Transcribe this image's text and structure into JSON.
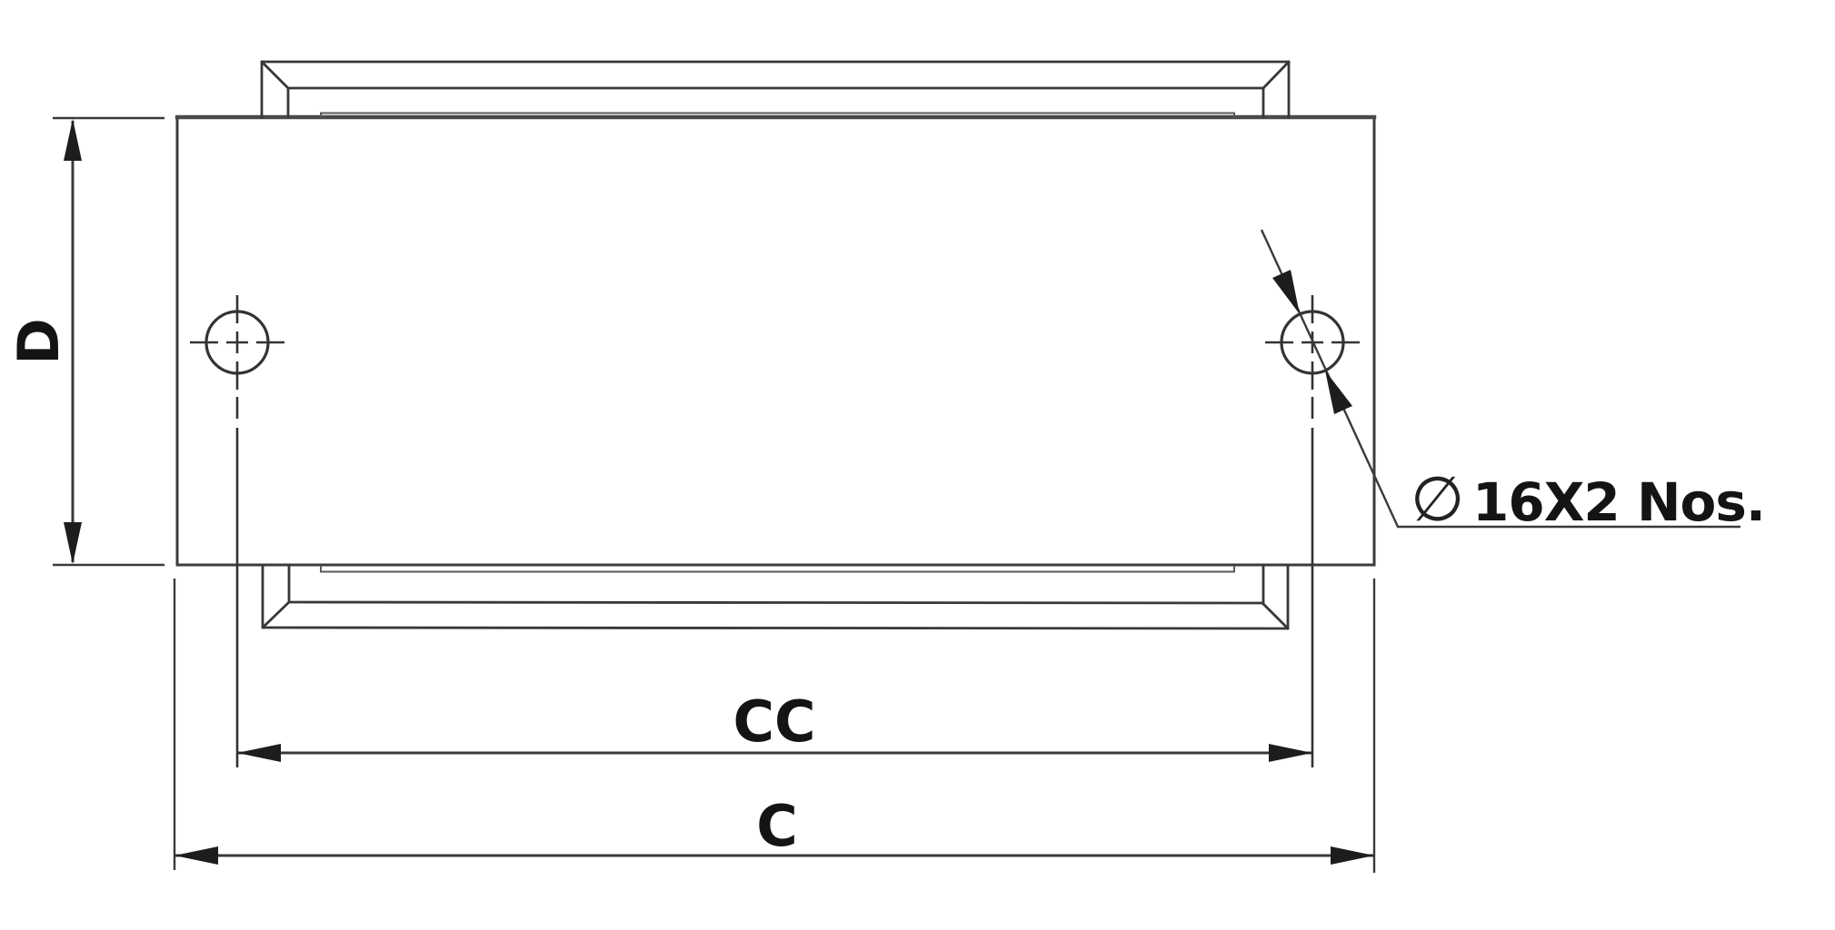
{
  "drawing": {
    "kind": "technical-drawing",
    "background_color": "#ffffff",
    "line_color": "#3a3a3a",
    "text_color": "#141414",
    "dimension_labels": {
      "plate_height": "D",
      "hole_center_distance": "CC",
      "overall_width": "C"
    },
    "hole_callout": {
      "diameter_symbol": "∅",
      "label": "16X2 Nos."
    }
  }
}
